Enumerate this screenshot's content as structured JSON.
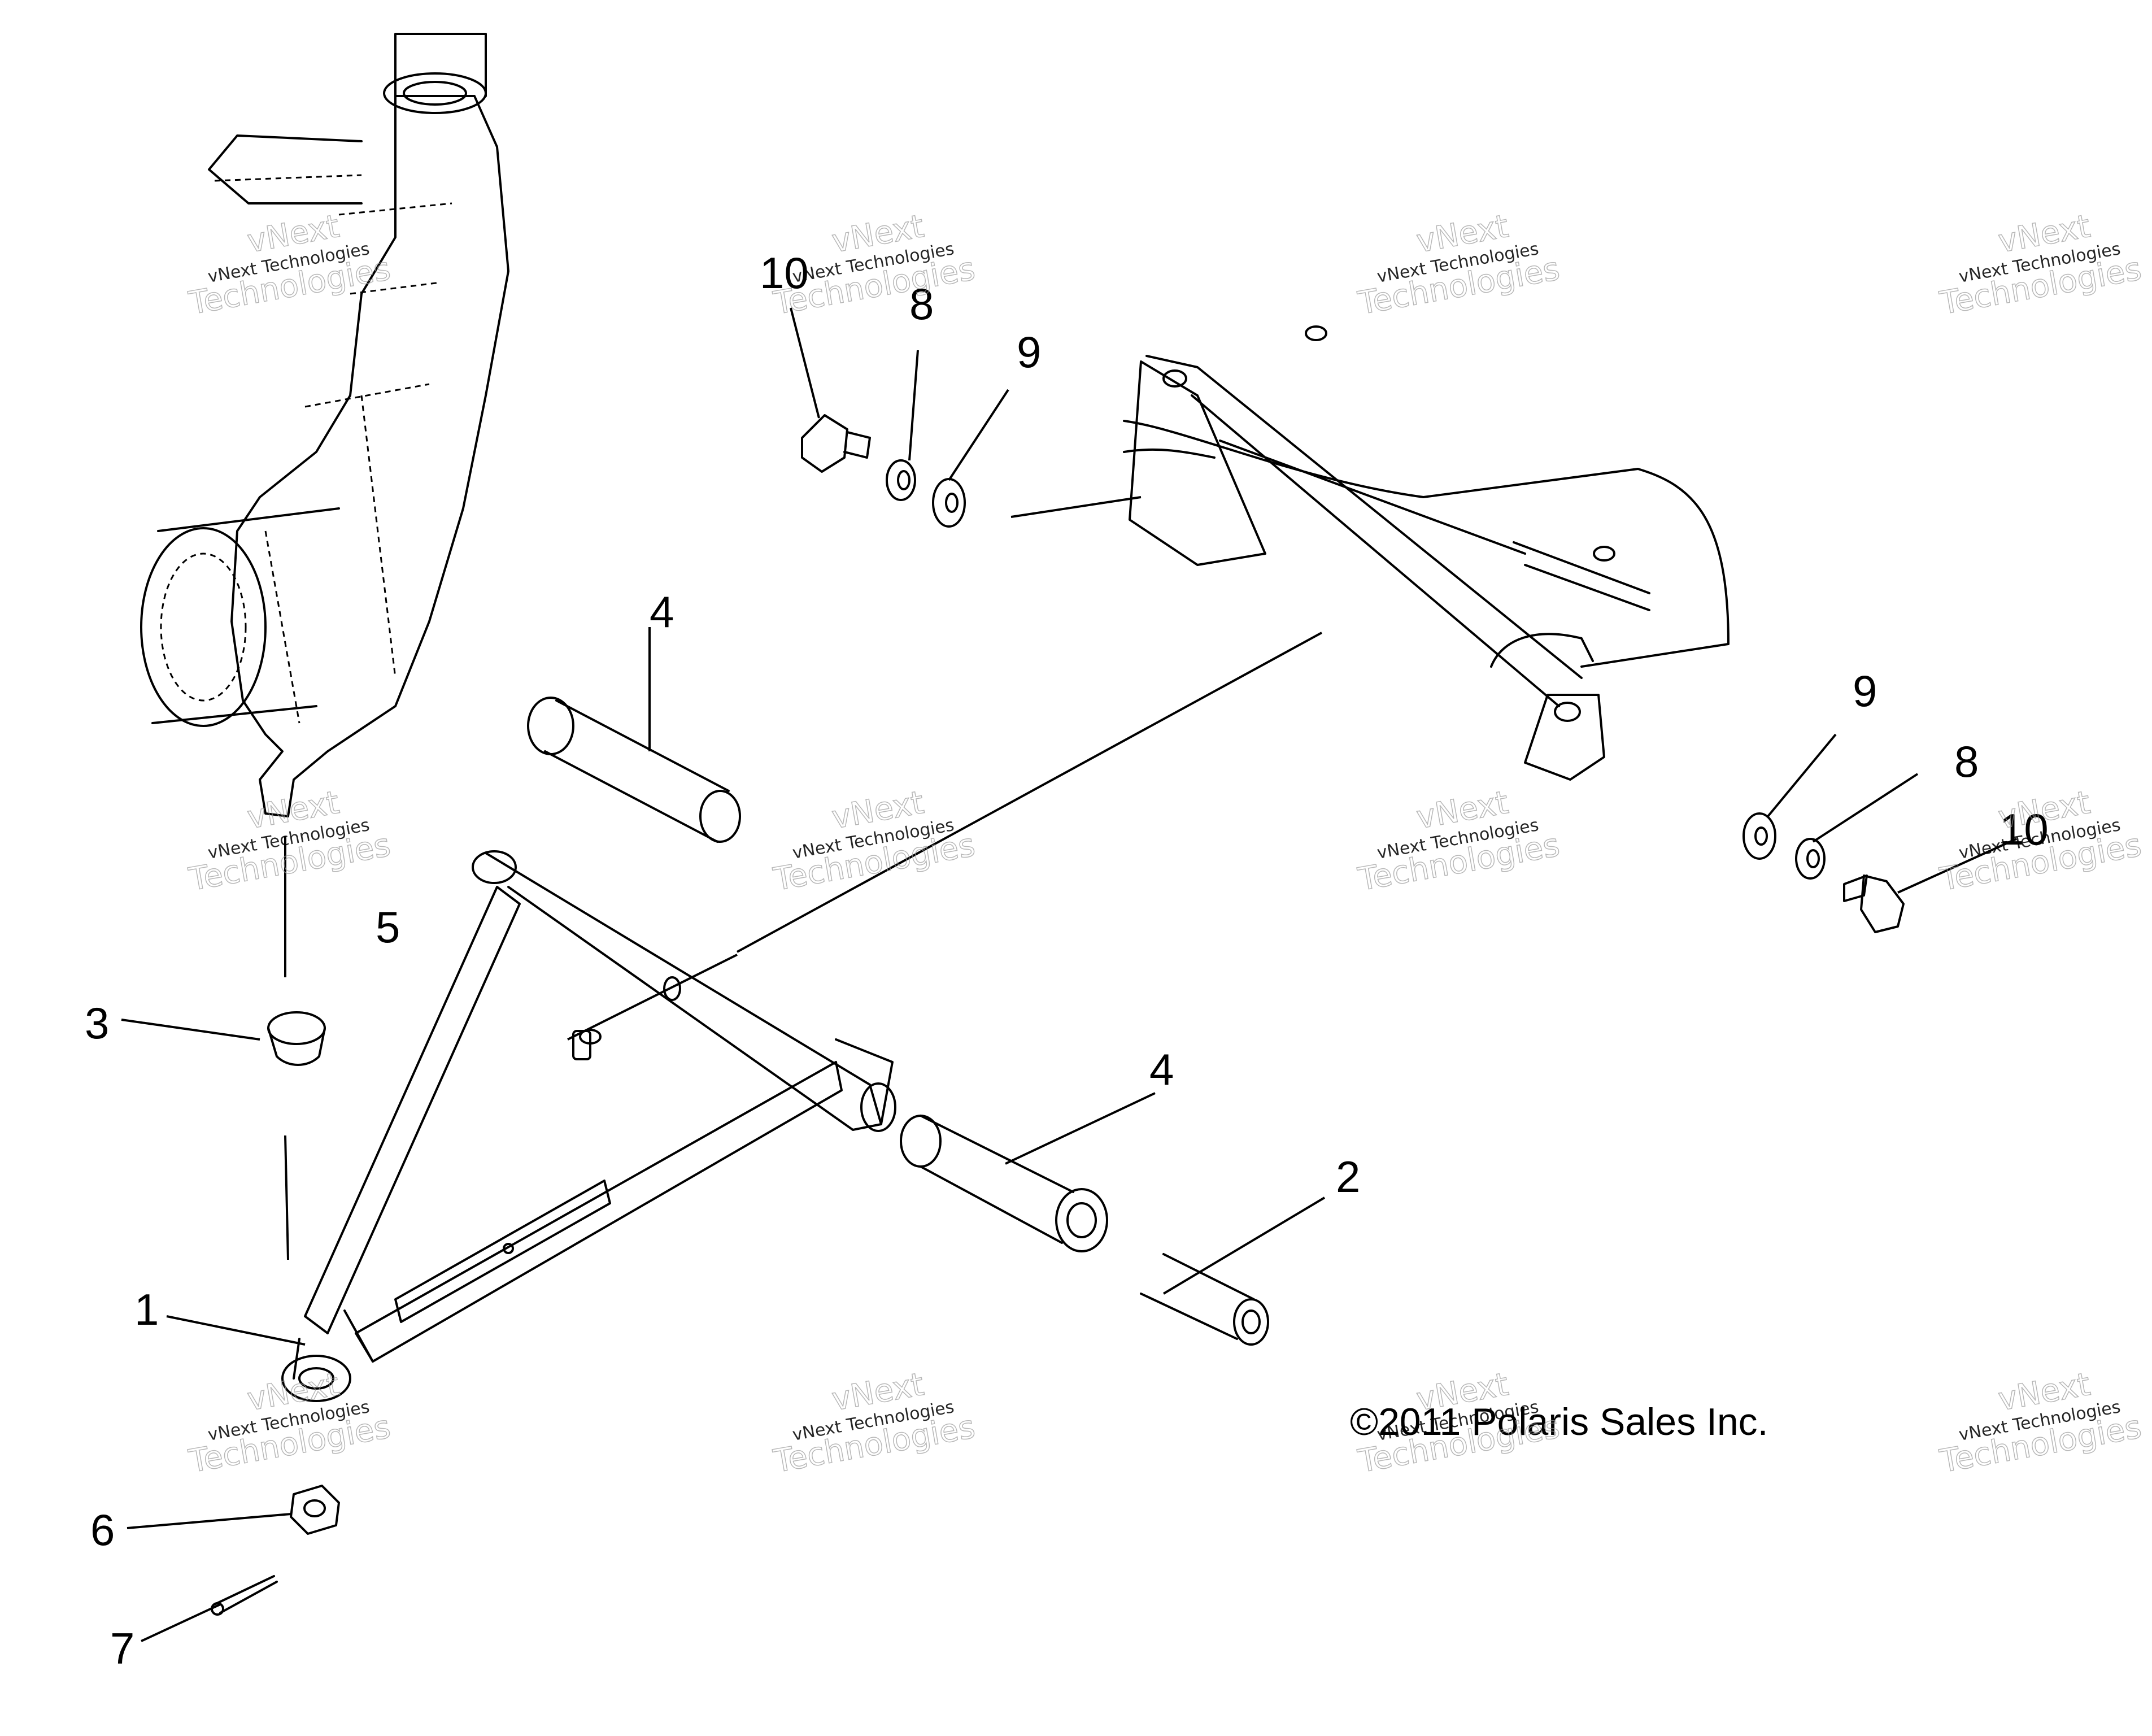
{
  "callouts": {
    "p1": "1",
    "p2": "2",
    "p3": "3",
    "p4a": "4",
    "p4b": "4",
    "p5": "5",
    "p6": "6",
    "p7": "7",
    "p8a": "8",
    "p8b": "8",
    "p9a": "9",
    "p9b": "9",
    "p10a": "10",
    "p10b": "10"
  },
  "copyright": "©2011 Polaris Sales Inc.",
  "watermark": {
    "small": "vNext Technologies",
    "big_line1": "vNext",
    "big_line2": "Technologies"
  }
}
